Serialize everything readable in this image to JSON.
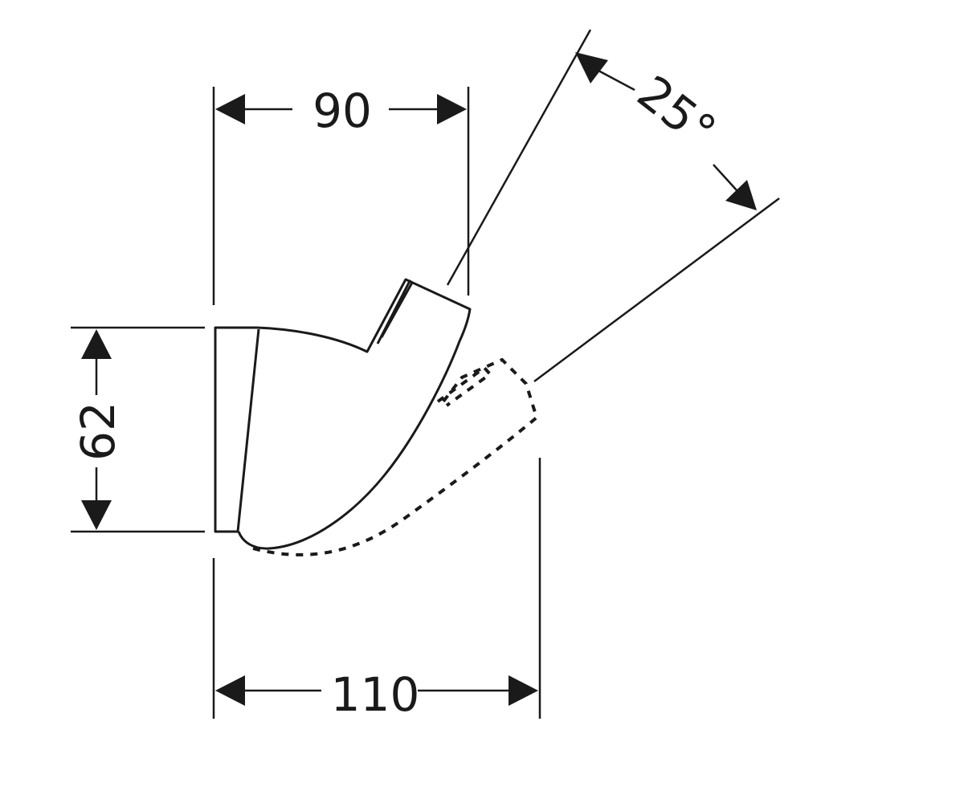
{
  "dimensions": {
    "width_top": "90",
    "width_bottom": "110",
    "height": "62",
    "angle": "25°"
  },
  "colors": {
    "line": "#1a1a1a",
    "background": "#ffffff"
  }
}
